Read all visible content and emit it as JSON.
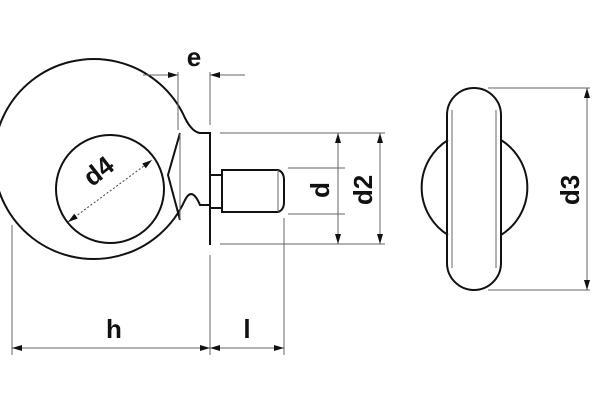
{
  "diagram": {
    "subject": "eye bolt dimension drawing",
    "views": [
      "side view",
      "edge view"
    ],
    "dimensions": {
      "e": "e",
      "d4": "d4",
      "d": "d",
      "d2": "d2",
      "d3": "d3",
      "h": "h",
      "l": "l"
    },
    "colors": {
      "line": "#111111",
      "extension": "#666666",
      "background": "#ffffff"
    }
  }
}
